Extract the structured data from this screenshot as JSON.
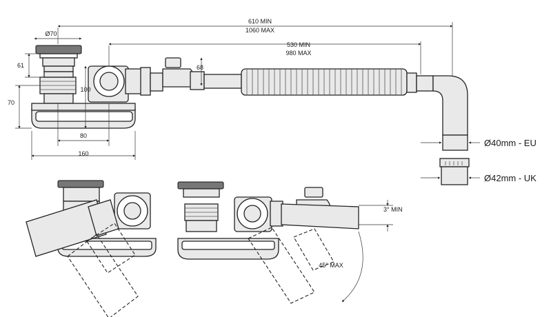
{
  "dimensions": {
    "overall_min": "610 MIN",
    "overall_max": "1060 MAX",
    "pipe_min": "530 MIN",
    "pipe_max": "980 MAX",
    "waste_diameter": "Ø70",
    "height_61": "61",
    "height_70": "70",
    "height_100": "100",
    "height_68": "68",
    "width_80": "80",
    "width_160": "160",
    "min_fall": "3° MIN",
    "max_angle": "45° MAX"
  },
  "outlets": {
    "eu": "Ø40mm - EU",
    "uk": "Ø42mm - UK"
  }
}
